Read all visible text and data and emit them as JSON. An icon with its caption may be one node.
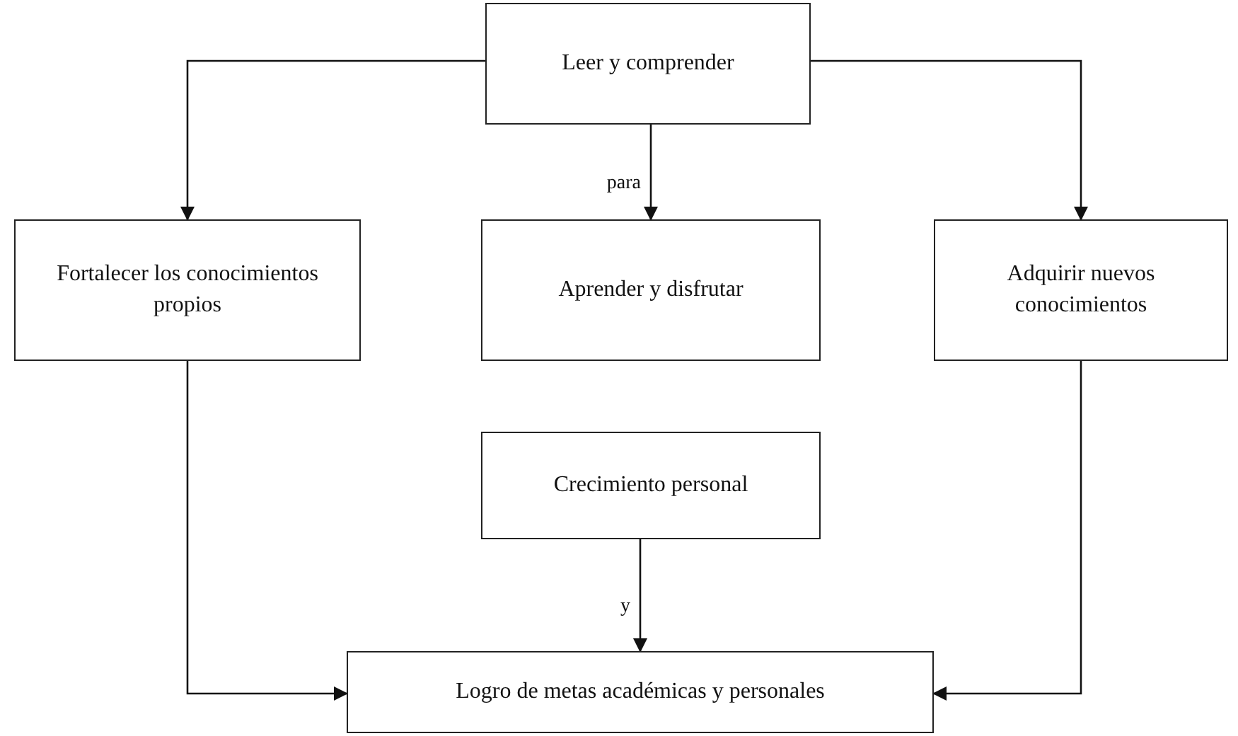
{
  "diagram": {
    "nodes": [
      {
        "text": [
          "Leer y comprender"
        ]
      },
      {
        "text": [
          "Fortalecer los conocimientos propios"
        ]
      },
      {
        "text": [
          "Aprender y disfrutar"
        ]
      },
      {
        "text": [
          "Adquirir nuevos conocimientos"
        ]
      },
      {
        "text": [
          "Crecimiento personal"
        ]
      },
      {
        "text": [
          "Logro de metas académicas y personales"
        ]
      }
    ],
    "edges": [
      {
        "from": 0,
        "to": 1,
        "arrow": "to"
      },
      {
        "from": 0,
        "to": 2,
        "arrow": "to",
        "label": "para"
      },
      {
        "from": 0,
        "to": 3,
        "arrow": "to"
      },
      {
        "from": 1,
        "to": 5,
        "arrow": "to"
      },
      {
        "from": 4,
        "to": 5,
        "arrow": "to",
        "label": "y"
      },
      {
        "from": 3,
        "to": 5,
        "arrow": "to"
      }
    ]
  }
}
